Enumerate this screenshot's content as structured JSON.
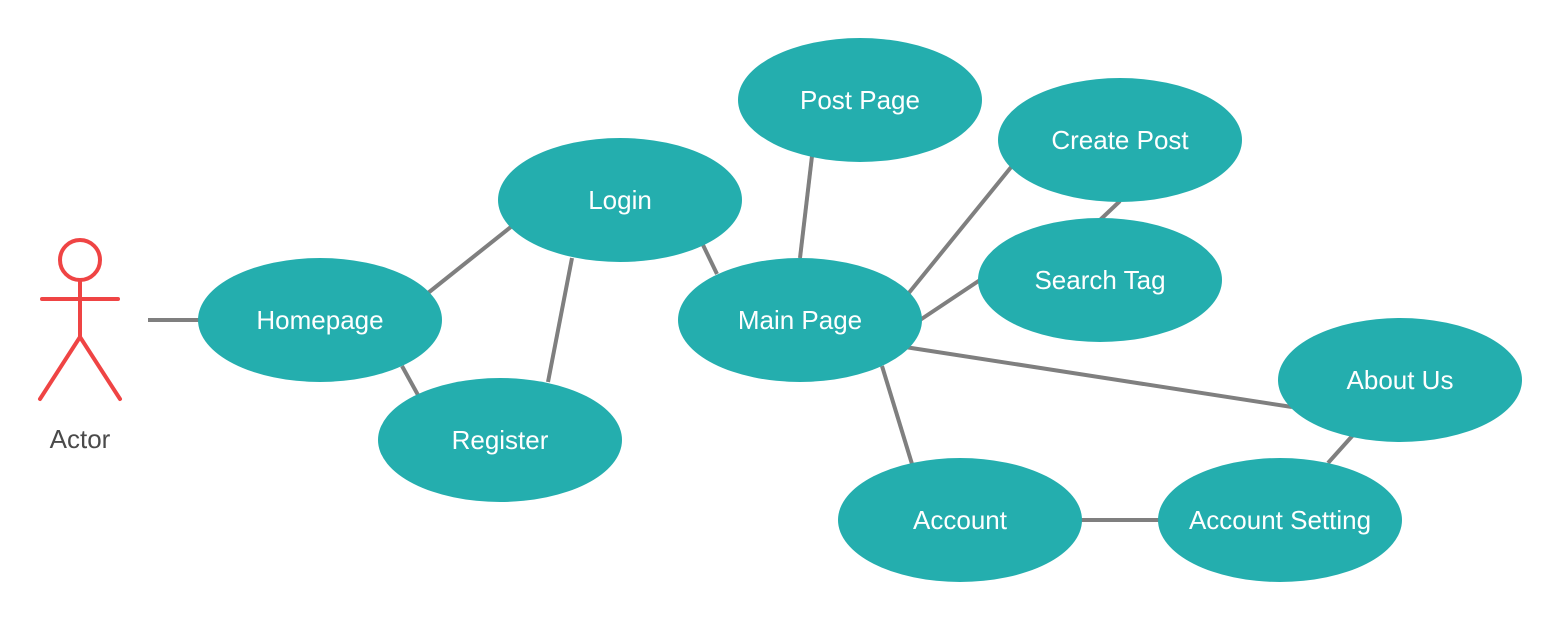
{
  "actor": {
    "label": "Actor",
    "color": "#ef4444"
  },
  "colors": {
    "node_fill": "#24aeae",
    "node_text": "#ffffff",
    "edge": "#7f7f7f"
  },
  "nodes": [
    {
      "id": "homepage",
      "label": "Homepage"
    },
    {
      "id": "login",
      "label": "Login"
    },
    {
      "id": "register",
      "label": "Register"
    },
    {
      "id": "main-page",
      "label": "Main Page"
    },
    {
      "id": "post-page",
      "label": "Post Page"
    },
    {
      "id": "create-post",
      "label": "Create Post"
    },
    {
      "id": "search-tag",
      "label": "Search Tag"
    },
    {
      "id": "about-us",
      "label": "About Us"
    },
    {
      "id": "account",
      "label": "Account"
    },
    {
      "id": "account-setting",
      "label": "Account Setting"
    }
  ],
  "edges": [
    {
      "from": "actor",
      "to": "homepage"
    },
    {
      "from": "homepage",
      "to": "login"
    },
    {
      "from": "homepage",
      "to": "register"
    },
    {
      "from": "login",
      "to": "register"
    },
    {
      "from": "login",
      "to": "main-page"
    },
    {
      "from": "main-page",
      "to": "post-page"
    },
    {
      "from": "main-page",
      "to": "create-post"
    },
    {
      "from": "main-page",
      "to": "search-tag"
    },
    {
      "from": "create-post",
      "to": "search-tag"
    },
    {
      "from": "main-page",
      "to": "about-us"
    },
    {
      "from": "main-page",
      "to": "account"
    },
    {
      "from": "account",
      "to": "account-setting"
    },
    {
      "from": "account-setting",
      "to": "about-us"
    }
  ]
}
